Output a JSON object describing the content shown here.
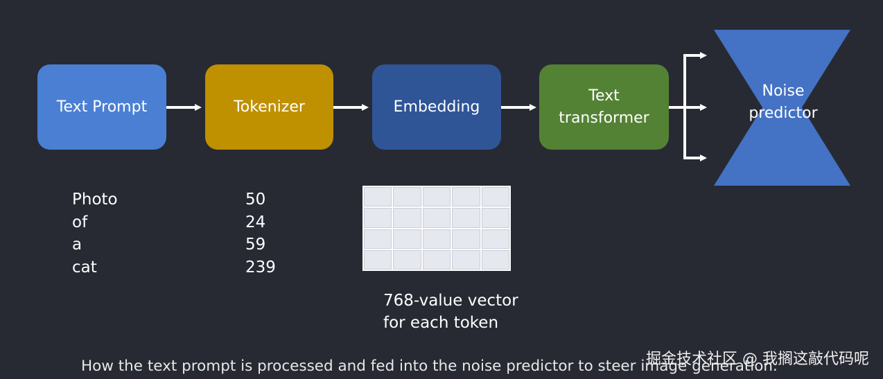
{
  "diagram": {
    "boxes": [
      {
        "id": "text-prompt",
        "label": "Text Prompt",
        "color": "#4a7fd4"
      },
      {
        "id": "tokenizer",
        "label": "Tokenizer",
        "color": "#bf9000"
      },
      {
        "id": "embedding",
        "label": "Embedding",
        "color": "#2f5597"
      },
      {
        "id": "text-transformer",
        "label": "Text\ntransformer",
        "color": "#548235"
      }
    ],
    "noise_predictor": {
      "label": "Noise\npredictor",
      "color": "#4472c4"
    },
    "tokens": {
      "words": [
        "Photo",
        "of",
        "a",
        "cat"
      ],
      "ids": [
        "50",
        "24",
        "59",
        "239"
      ]
    },
    "vector_caption": "768-value vector\nfor each token",
    "caption": "How the text prompt is processed and fed into the noise predictor to steer image generation.",
    "watermark": "掘金技术社区 @ 我搁这敲代码呢"
  }
}
